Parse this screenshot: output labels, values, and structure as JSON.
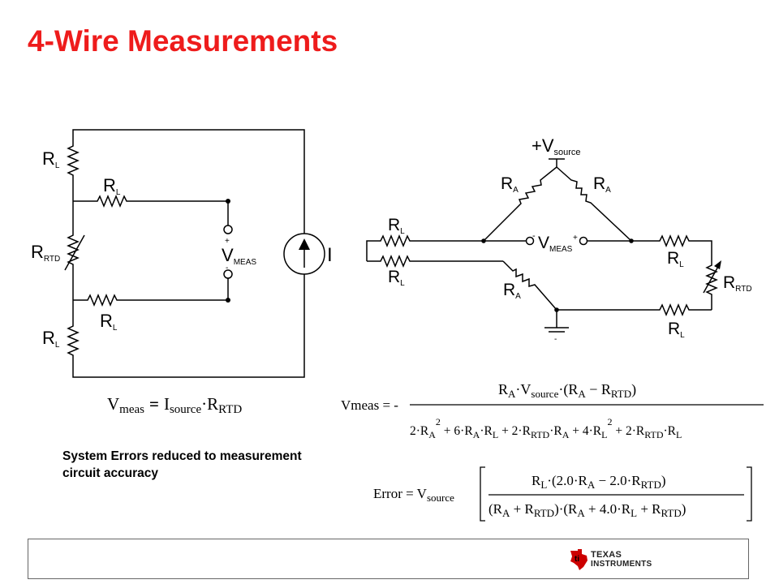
{
  "title": "4-Wire Measurements",
  "left_circuit": {
    "rl_top": "R",
    "rl_top_sub": "L",
    "rl_upper": "R",
    "rl_upper_sub": "L",
    "rrtd": "R",
    "rrtd_sub": "RTD",
    "rl_lower": "R",
    "rl_lower_sub": "L",
    "rl_bottom": "R",
    "rl_bottom_sub": "L",
    "vmeas": "V",
    "vmeas_sub": "MEAS",
    "plus": "+",
    "minus": "-",
    "source": "I",
    "formula": {
      "lhs": "V",
      "lhs_sub": "meas",
      "eq": "=",
      "i": "I",
      "i_sub": "source",
      "dot": "·",
      "r": "R",
      "r_sub": "RTD"
    }
  },
  "right_circuit": {
    "vsource": "+V",
    "vsource_sub": "source",
    "ra_left": "R",
    "ra_left_sub": "A",
    "ra_right": "R",
    "ra_right_sub": "A",
    "ra_bottom": "R",
    "ra_bottom_sub": "A",
    "rl_top_left": "R",
    "rl_top_left_sub": "L",
    "rl_bottom_left": "R",
    "rl_bottom_left_sub": "L",
    "rl_right_top": "R",
    "rl_right_top_sub": "L",
    "rl_right_bottom": "R",
    "rl_right_bottom_sub": "L",
    "rrtd": "R",
    "rrtd_sub": "RTD",
    "vmeas": "V",
    "vmeas_sub": "MEAS",
    "plus": "+",
    "minus": "-",
    "ground_mark": "-"
  },
  "eq_vmeas": {
    "lhs": "Vmeas = -",
    "numerator": [
      "R",
      "A",
      "·V",
      "source",
      "·(R",
      "A",
      " − R",
      "RTD",
      ")"
    ],
    "denominator": [
      "2·R",
      "A",
      "2",
      " + 6·R",
      "A",
      "·R",
      "L",
      " + 2·R",
      "RTD",
      "·R",
      "A",
      " + 4·R",
      "L",
      "2",
      " + 2·R",
      "RTD",
      "·R",
      "L"
    ]
  },
  "eq_error": {
    "lhs": "Error = V",
    "lhs_sub": "source",
    "numerator": [
      "R",
      "L",
      "·(2.0·R",
      "A",
      " − 2.0·R",
      "RTD",
      ")"
    ],
    "denominator": [
      "(R",
      "A",
      " + R",
      "RTD",
      ")·(R",
      "A",
      " + 4.0·R",
      "L",
      " + R",
      "RTD",
      ")"
    ]
  },
  "note": "System Errors reduced to measurement circuit accuracy",
  "footer": {
    "brand_line1": "TEXAS",
    "brand_line2": "INSTRUMENTS",
    "brand_color": "#cc0000"
  },
  "colors": {
    "title": "#ee1c1c"
  }
}
